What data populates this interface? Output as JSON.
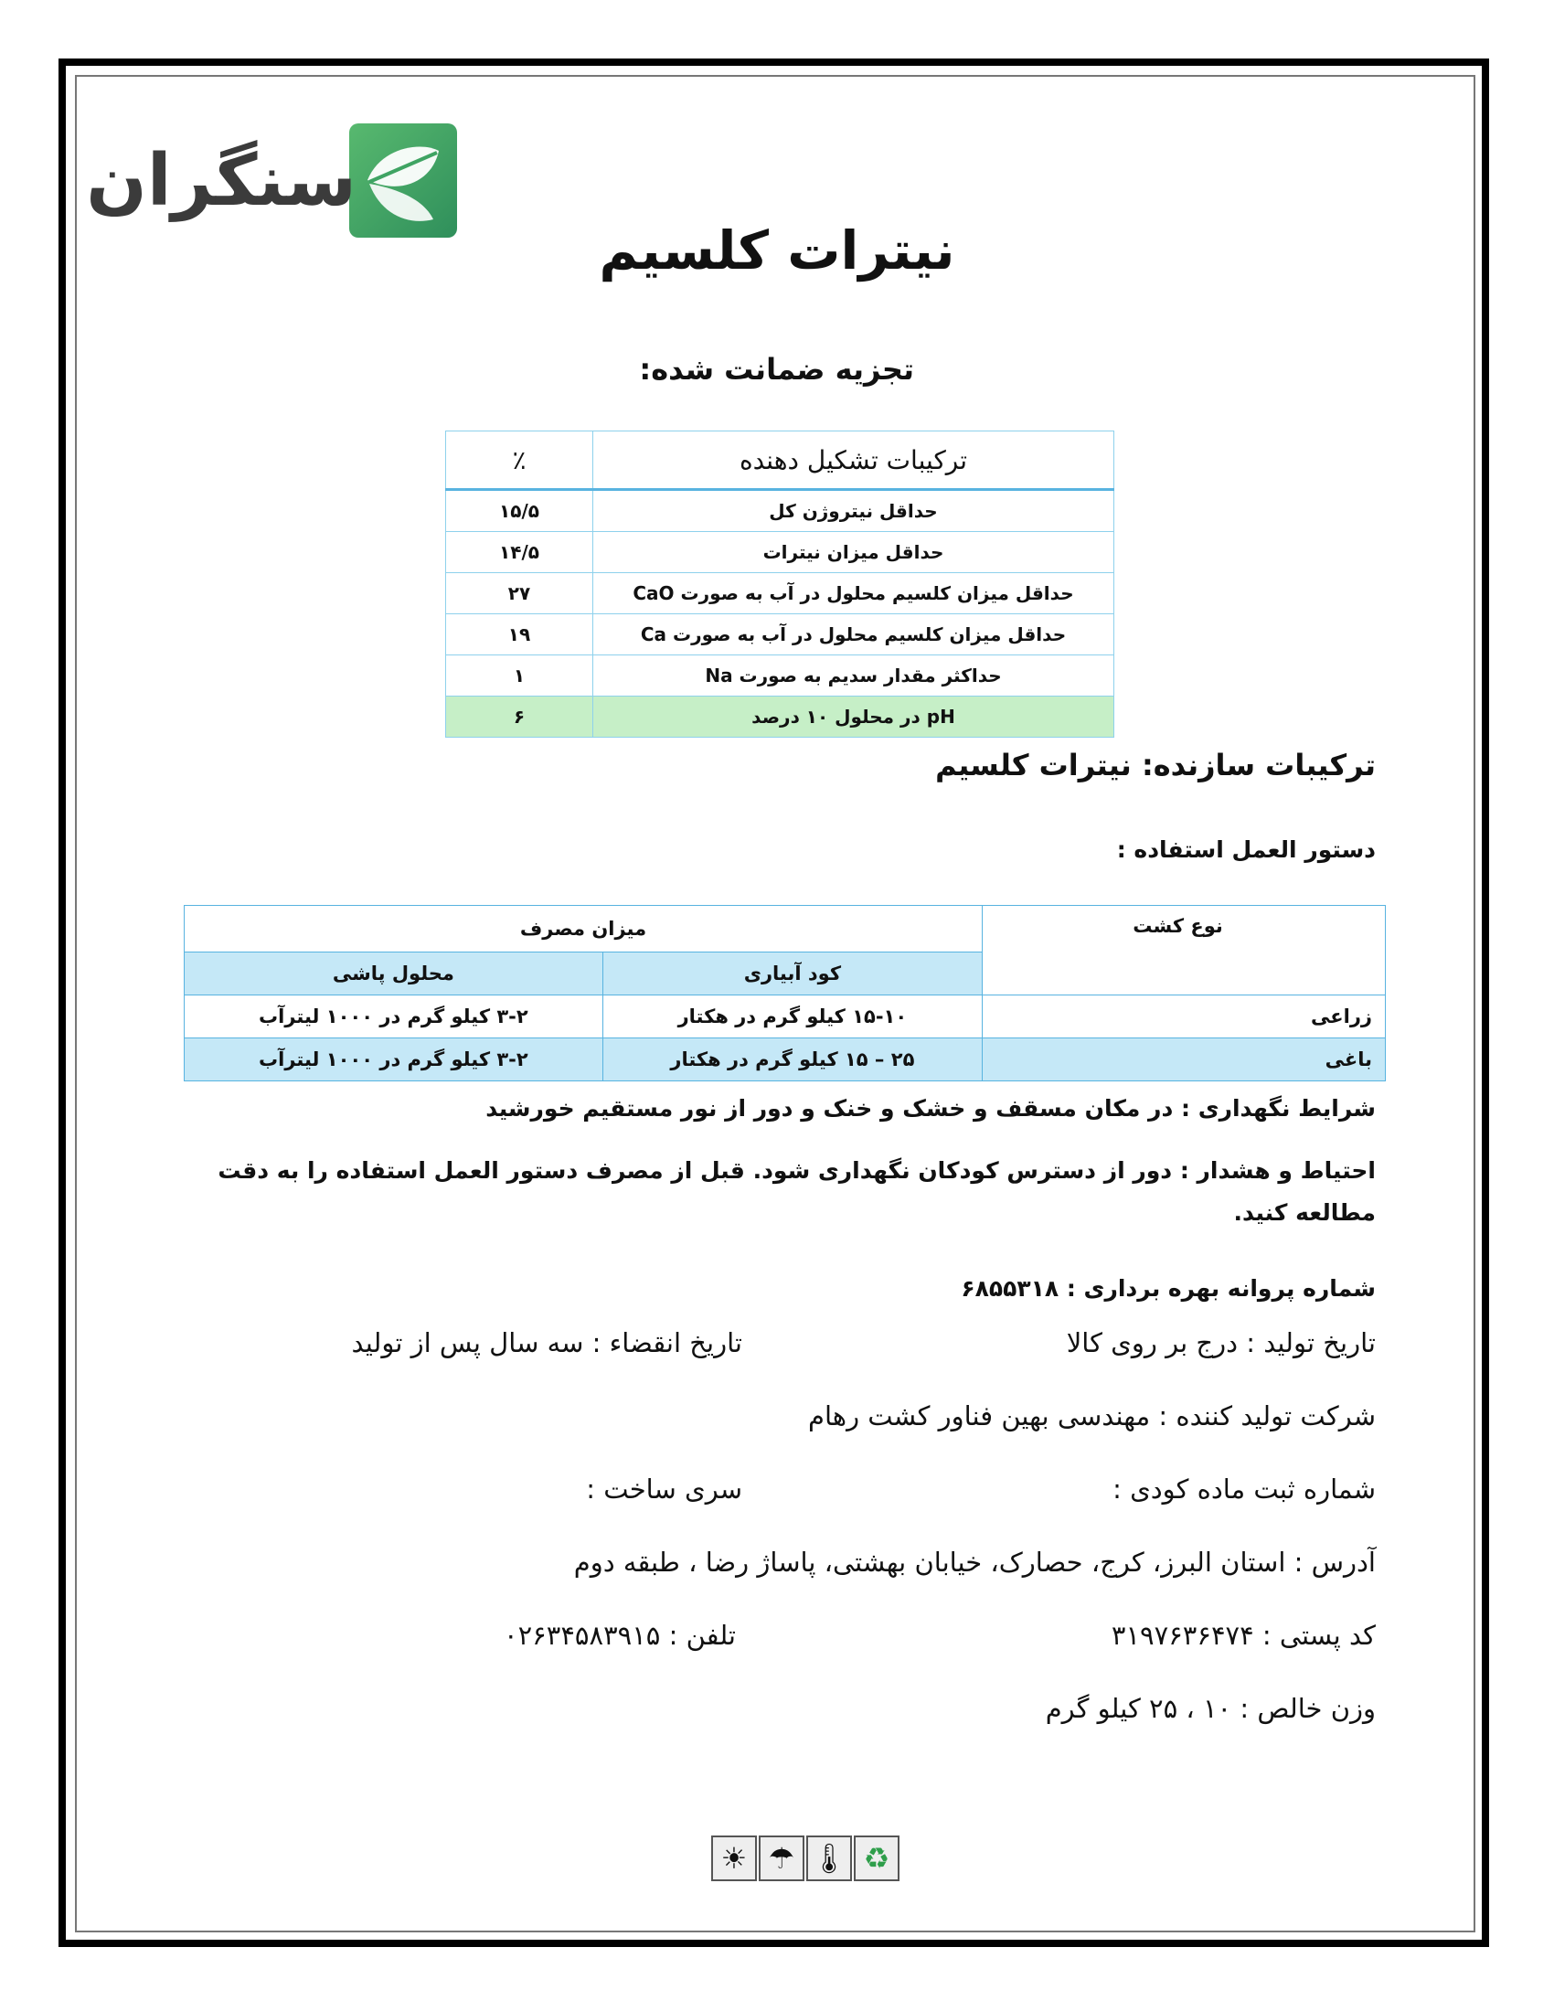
{
  "logo": {
    "text": "سنگران"
  },
  "title": "نیترات کلسیم",
  "subtitle": "تجزیه ضمانت شده:",
  "analysis_table": {
    "header": {
      "component": "ترکیبات تشکیل دهنده",
      "percent": "٪"
    },
    "rows": [
      {
        "component": "حداقل نیتروژن کل",
        "value": "۱۵/۵"
      },
      {
        "component": "حداقل میزان نیترات",
        "value": "۱۴/۵"
      },
      {
        "component": "حداقل میزان کلسیم محلول در آب به صورت CaO",
        "value": "۲۷"
      },
      {
        "component": "حداقل میزان کلسیم محلول در آب به صورت Ca",
        "value": "۱۹"
      },
      {
        "component": "حداکثر مقدار سدیم به صورت Na",
        "value": "۱"
      },
      {
        "component": "pH در محلول ۱۰ درصد",
        "value": "۶"
      }
    ]
  },
  "ingredients": "ترکیبات سازنده: نیترات کلسیم",
  "usage_heading": "دستور العمل استفاده :",
  "usage_table": {
    "crop_type_header": "نوع کشت",
    "dosage_header": "میزان مصرف",
    "fertigation_header": "کود آبیاری",
    "foliar_header": "محلول پاشی",
    "rows": [
      {
        "crop": "زراعی",
        "fertigation": "۱۵-۱۰ کیلو گرم در هکتار",
        "foliar": "۳-۲ کیلو گرم در ۱۰۰۰ لیترآب"
      },
      {
        "crop": "باغی",
        "fertigation": "۲۵ – ۱۵ کیلو گرم در هکتار",
        "foliar": "۳-۲ کیلو گرم در ۱۰۰۰ لیترآب"
      }
    ]
  },
  "storage": "شرایط نگهداری : در مکان مسقف و خشک و خنک  و دور از نور مستقیم خورشید",
  "warning": "احتیاط و هشدار : دور از دسترس کودکان نگهداری شود. قبل از مصرف دستور العمل استفاده را به دقت مطالعه کنید.",
  "permit": "شماره پروانه بهره برداری : ۶۸۵۵۳۱۸",
  "production_date": "تاریخ تولید : درج بر روی کالا",
  "expiry_date": "تاریخ انقضاء : سه سال پس از تولید",
  "manufacturer": "شرکت تولید کننده : مهندسی بهین فناور کشت رهام",
  "registration_number": "شماره ثبت ماده کودی :",
  "batch": "سری ساخت :",
  "address": "آدرس : استان البرز، کرج، حصارک، خیابان بهشتی، پاساژ رضا ، طبقه دوم",
  "postal_code": "کد پستی : ۳۱۹۷۶۳۶۴۷۴",
  "phone": "تلفن :  ۰۲۶۳۴۵۸۳۹۱۵",
  "net_weight": "وزن خالص : ۱۰ ، ۲۵ کیلو گرم",
  "icons": [
    {
      "name": "keep-from-sunlight-icon",
      "glyph": "☀"
    },
    {
      "name": "keep-dry-icon",
      "glyph": "☂"
    },
    {
      "name": "temperature-icon",
      "glyph": "🌡"
    },
    {
      "name": "recycle-icon",
      "glyph": "♻"
    }
  ],
  "colors": {
    "logo_green": "#3fa463",
    "table_border": "#58b3e0",
    "highlight_green": "#c6efc7",
    "header_blue": "#c5e8f7"
  }
}
